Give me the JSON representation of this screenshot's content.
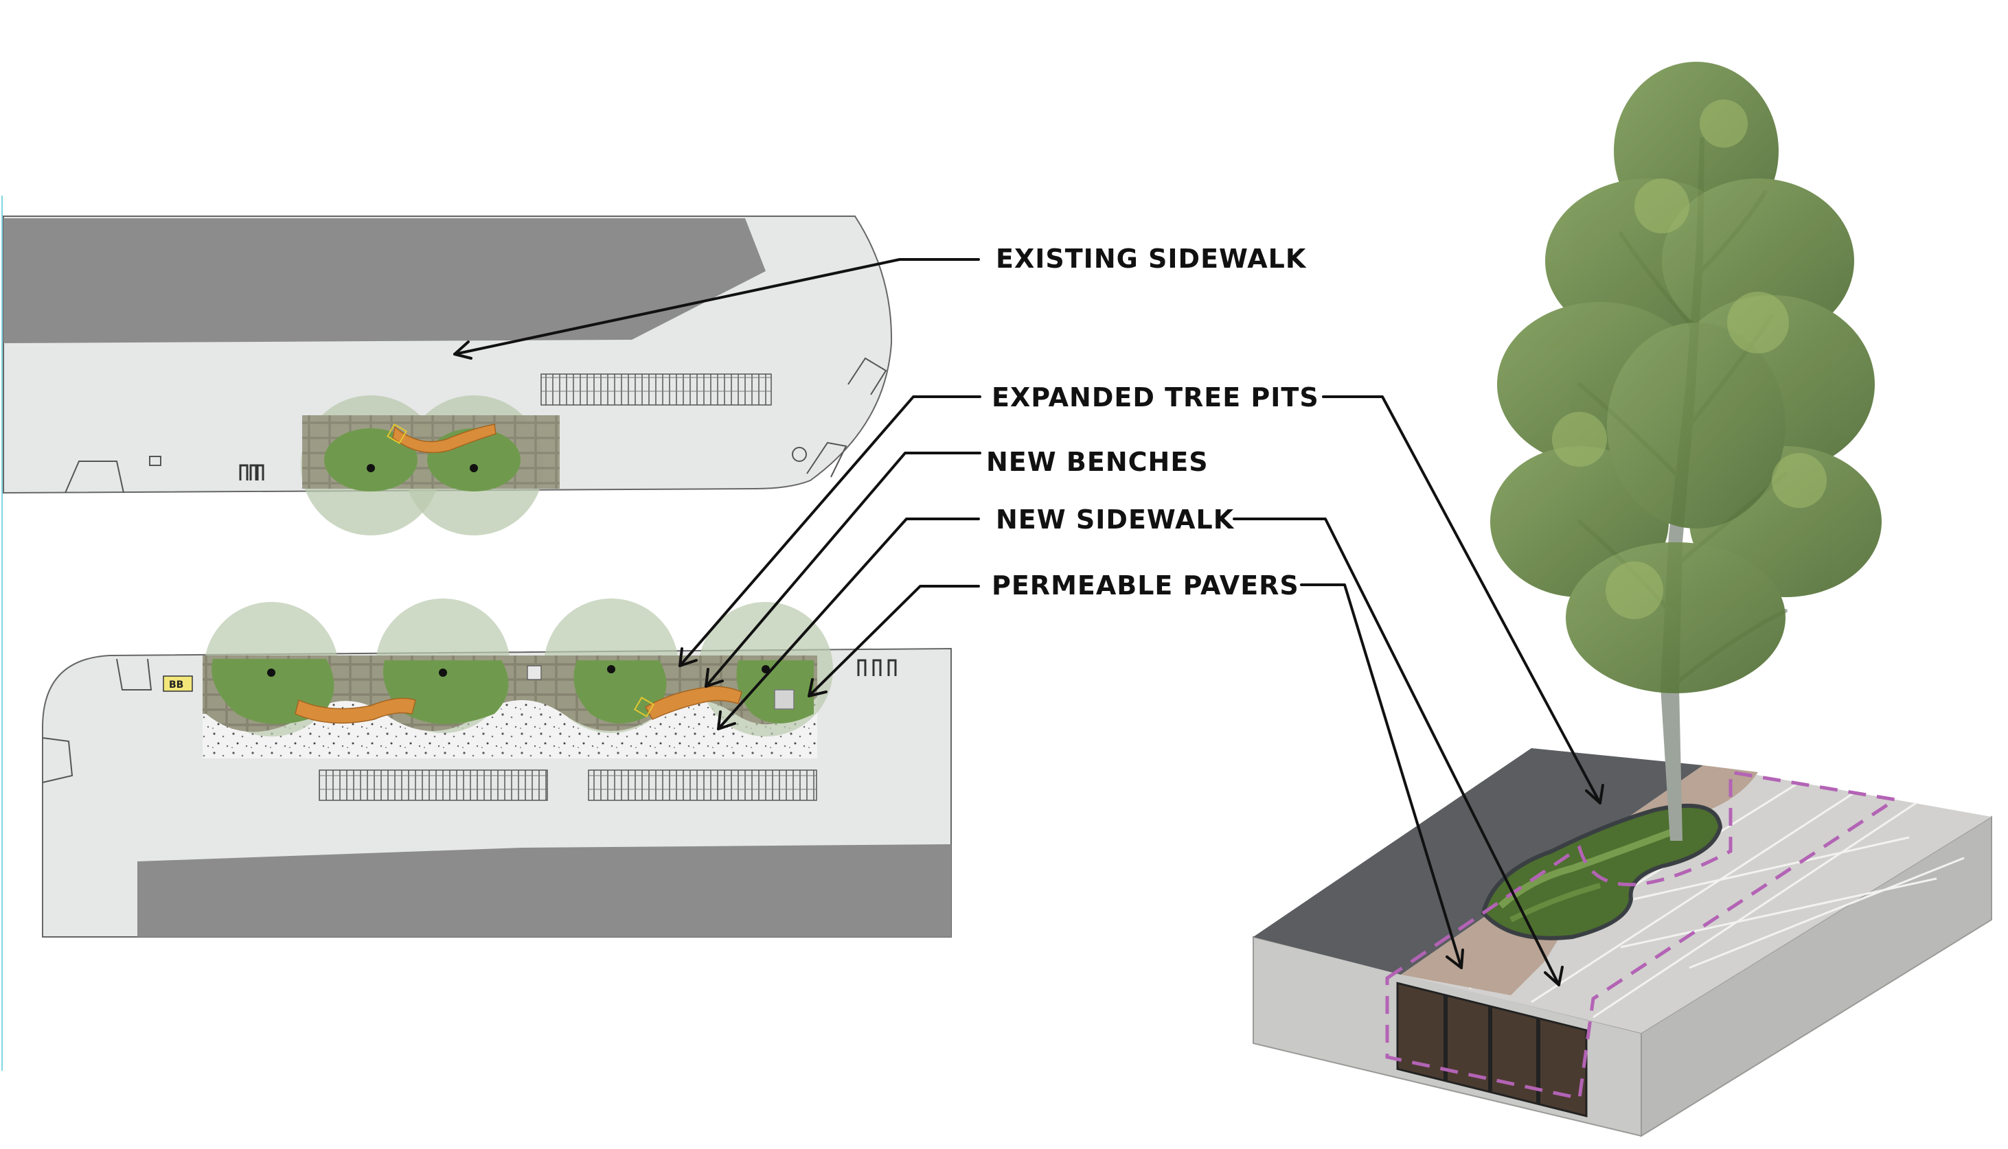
{
  "labels": {
    "existing_sidewalk": "EXISTING SIDEWALK",
    "expanded_tree_pits": "EXPANDED TREE PITS",
    "new_benches": "NEW BENCHES",
    "new_sidewalk": "NEW SIDEWALK",
    "permeable_pavers": "PERMEABLE PAVERS"
  },
  "plan_marker": "BB",
  "colors": {
    "building": "#8c8c8c",
    "sidewalk": "#e6e7e7",
    "planting": "#6f9a4d",
    "pavers": "#8e8d78",
    "bench": "#d98d3a",
    "canopy": "#b9c9ae",
    "pavers_outline": "#b363b5",
    "asphalt": "#5b5d61",
    "concrete": "#c9c9c7"
  }
}
